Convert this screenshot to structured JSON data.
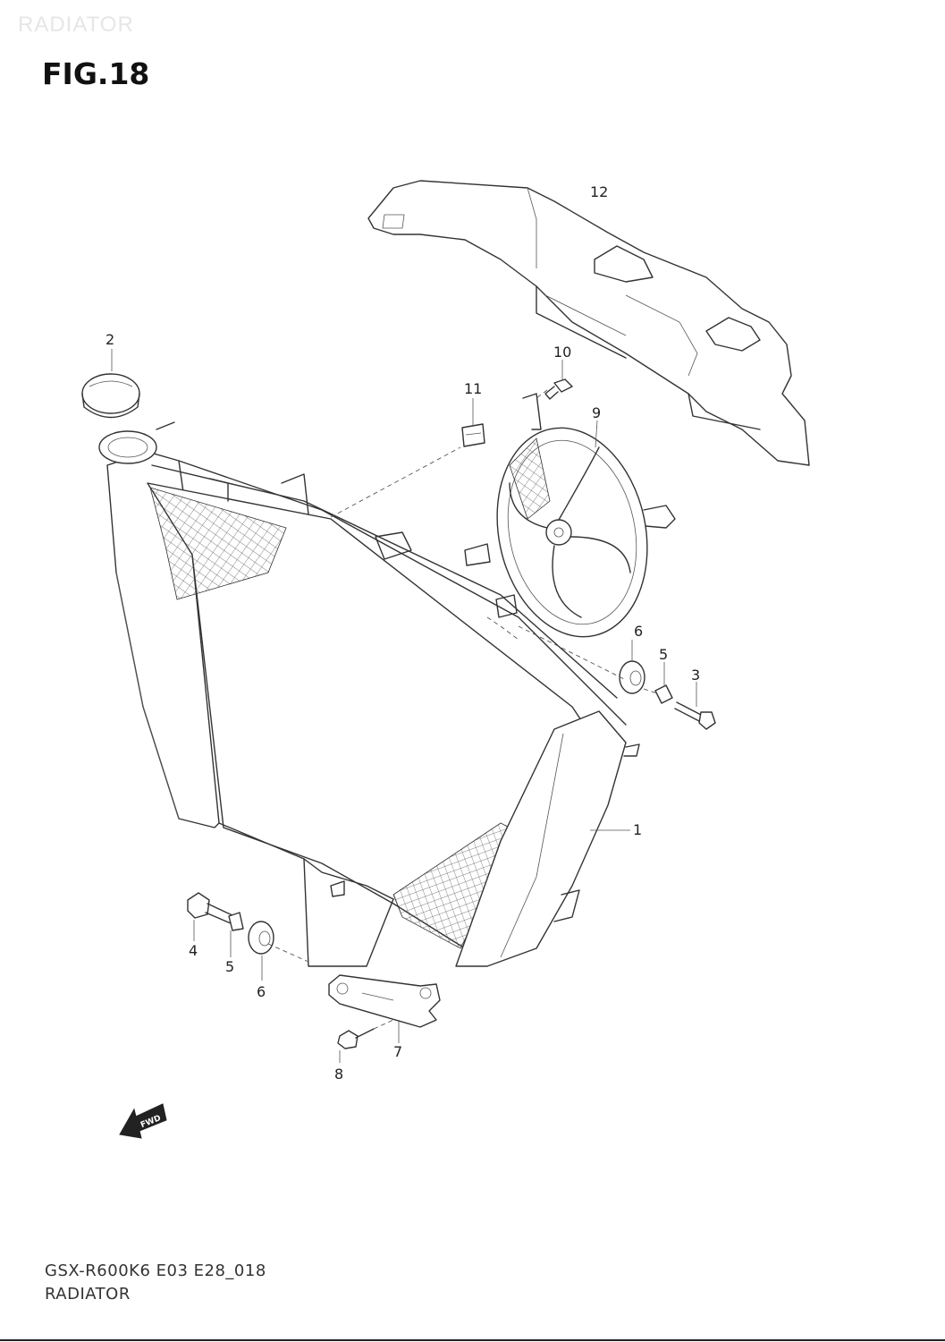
{
  "watermark": "RADIATOR",
  "figure_title": "FIG.18",
  "callouts": {
    "c1": "1",
    "c2": "2",
    "c3": "3",
    "c4": "4",
    "c5a": "5",
    "c5b": "5",
    "c6a": "6",
    "c6b": "6",
    "c7": "7",
    "c8": "8",
    "c9": "9",
    "c10": "10",
    "c11": "11",
    "c12": "12"
  },
  "fwd_label": "FWD",
  "footer": {
    "code": "GSX-R600K6 E03 E28_018",
    "name": "RADIATOR"
  }
}
